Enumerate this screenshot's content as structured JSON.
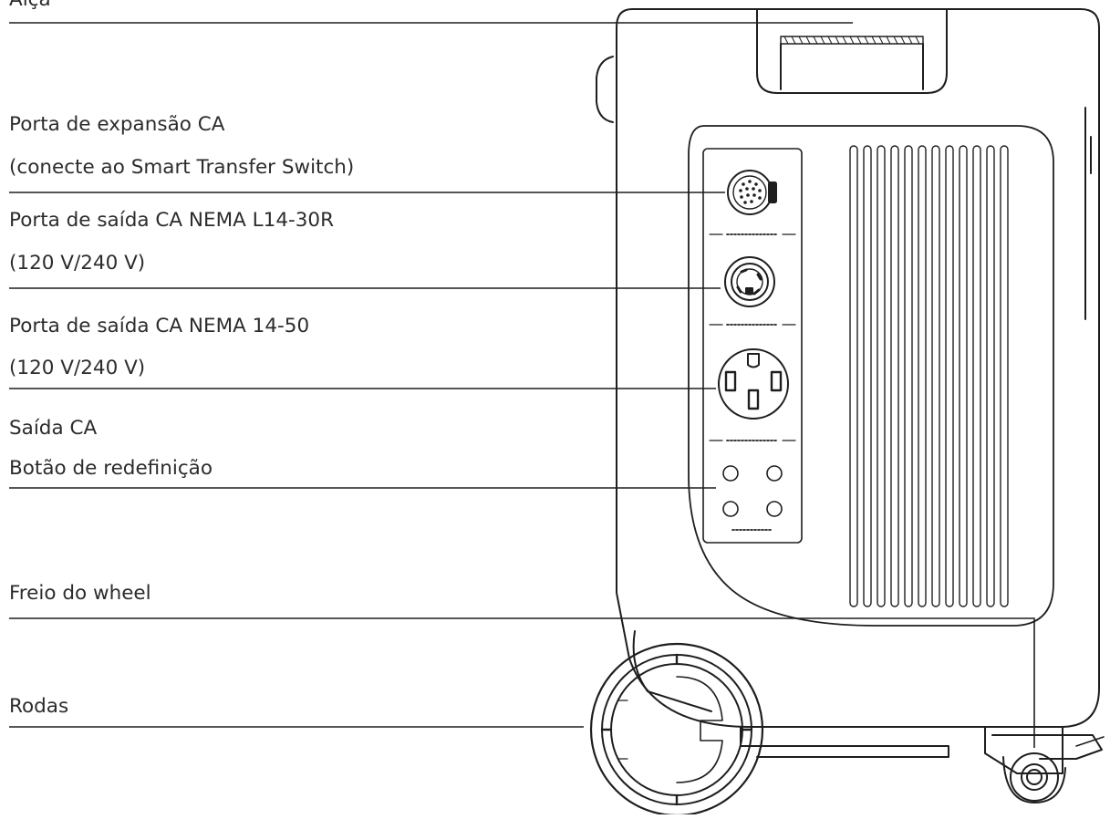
{
  "labels": {
    "handle": "Alça",
    "ac_expansion_port": "Porta de expansão CA",
    "ac_expansion_note": "(conecte ao Smart Transfer Switch)",
    "l14_30r_port": "Porta de saída CA NEMA L14-30R",
    "l14_30r_voltage": "(120 V/240 V)",
    "nema_14_50_port": "Porta de saída CA NEMA 14-50",
    "nema_14_50_voltage": "(120 V/240 V)",
    "ac_output": "Saída CA",
    "reset_button": "Botão de redefinição",
    "wheel_brake": "Freio do wheel",
    "wheels": "Rodas"
  },
  "colors": {
    "line": "#1e1e1e",
    "text": "#2c2c2c",
    "background": "#ffffff"
  }
}
